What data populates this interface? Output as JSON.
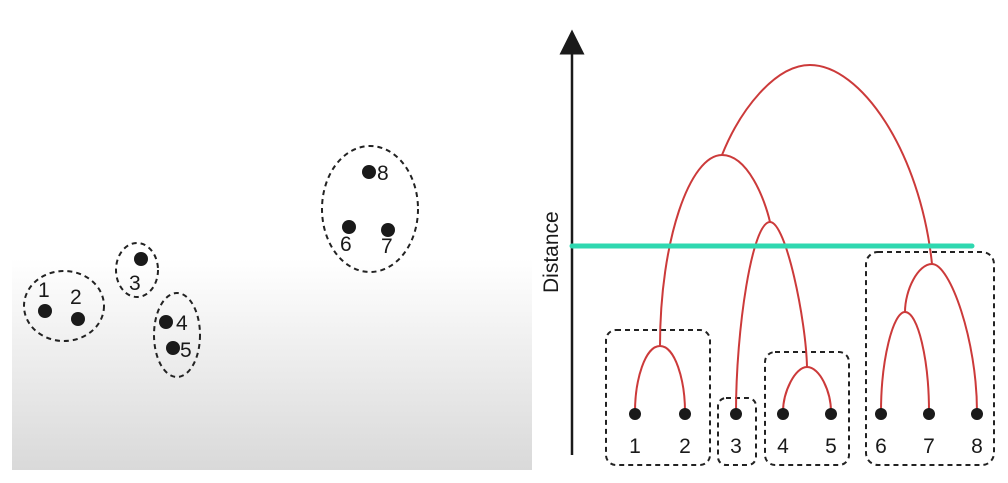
{
  "scatter": {
    "points": [
      {
        "id": "1",
        "label": "1"
      },
      {
        "id": "2",
        "label": "2"
      },
      {
        "id": "3",
        "label": "3"
      },
      {
        "id": "4",
        "label": "4"
      },
      {
        "id": "5",
        "label": "5"
      },
      {
        "id": "6",
        "label": "6"
      },
      {
        "id": "7",
        "label": "7"
      },
      {
        "id": "8",
        "label": "8"
      }
    ],
    "clusters": [
      [
        "1",
        "2"
      ],
      [
        "3"
      ],
      [
        "4",
        "5"
      ],
      [
        "6",
        "7",
        "8"
      ]
    ]
  },
  "dendrogram": {
    "axis_label": "Distance",
    "leaves": [
      "1",
      "2",
      "3",
      "4",
      "5",
      "6",
      "7",
      "8"
    ],
    "merges": [
      {
        "left": "1",
        "right": "2"
      },
      {
        "left": "4",
        "right": "5"
      },
      {
        "left": "6",
        "right": "7"
      },
      {
        "left": "6-7",
        "right": "8"
      },
      {
        "left": "3",
        "right": "4-5"
      },
      {
        "left": "1-2",
        "right": "3-4-5"
      },
      {
        "left": "1-2-3-4-5",
        "right": "6-7-8"
      }
    ],
    "cut_line_color": "#2fd8b0",
    "branch_color": "#cc3a3a",
    "clusters": [
      [
        "1",
        "2"
      ],
      [
        "3"
      ],
      [
        "4",
        "5"
      ],
      [
        "6",
        "7",
        "8"
      ]
    ]
  }
}
